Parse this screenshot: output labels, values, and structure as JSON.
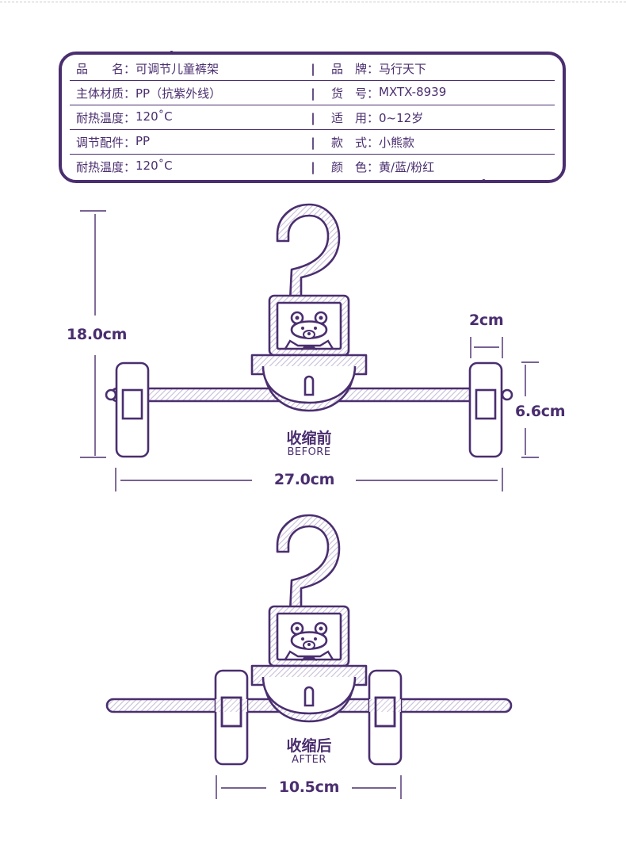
{
  "spec": {
    "rows": [
      {
        "left_label": "品　　名：",
        "left_value": "可调节儿童裤架",
        "right_label": "品　牌：",
        "right_value": "马行天下"
      },
      {
        "left_label": "主体材质：",
        "left_value": "PP（抗紫外线）",
        "right_label": "货　号：",
        "right_value": "MXTX-8939"
      },
      {
        "left_label": "耐热温度：",
        "left_value": "120˚C",
        "right_label": "适　用：",
        "right_value": "0~12岁"
      },
      {
        "left_label": "调节配件：",
        "left_value": "PP",
        "right_label": "款　式：",
        "right_value": "小熊款"
      },
      {
        "left_label": "耐热温度：",
        "left_value": "120˚C",
        "right_label": "颜　色：",
        "right_value": "黄/蓝/粉红"
      }
    ],
    "separator": "|"
  },
  "before": {
    "caption_cn": "收缩前",
    "caption_en": "BEFORE",
    "height_label": "18.0cm",
    "width_label": "27.0cm",
    "clip_width_label": "2cm",
    "clip_height_label": "6.6cm"
  },
  "after": {
    "caption_cn": "收缩后",
    "caption_en": "AFTER",
    "width_label": "10.5cm"
  },
  "colors": {
    "primary": "#4a2e6f",
    "hatch": "#c8bed8"
  }
}
